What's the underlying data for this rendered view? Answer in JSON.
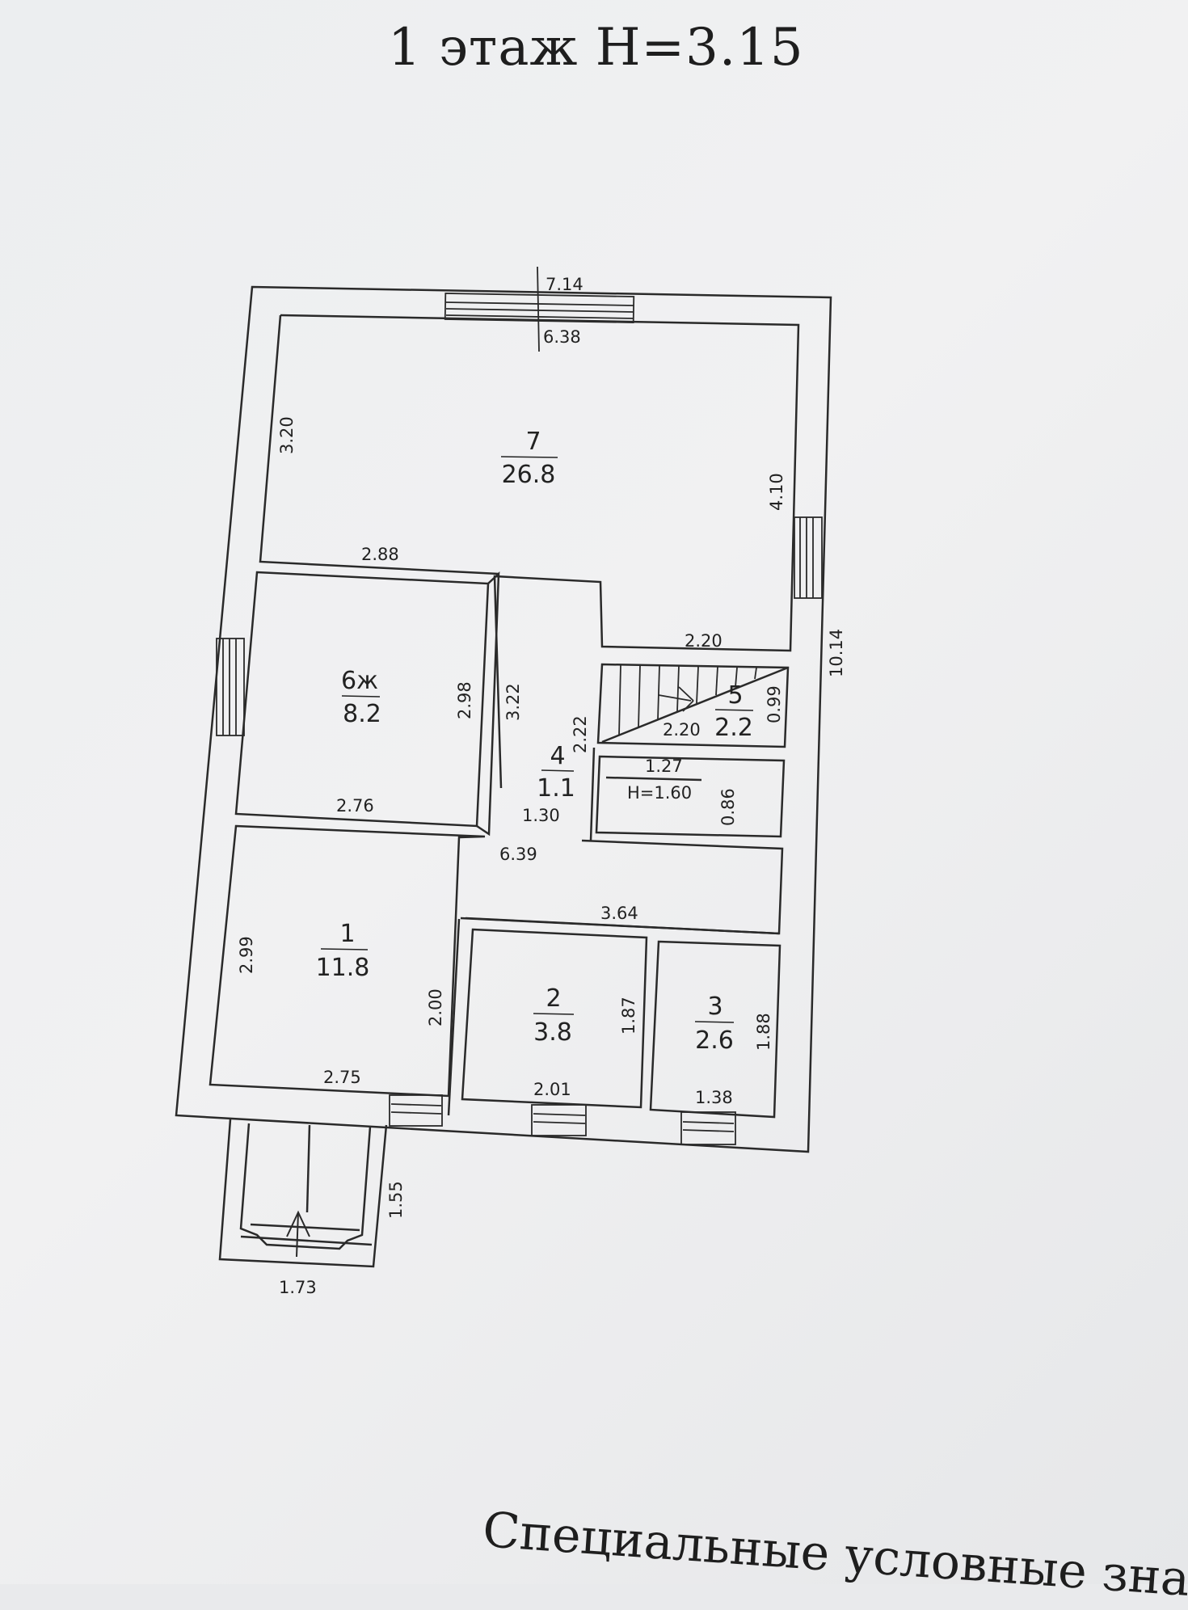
{
  "title": "1 этаж H=3.15",
  "footer": "Специальные условные знач",
  "rooms": [
    {
      "number": "7",
      "area": "26.8"
    },
    {
      "number": "6ж",
      "area": "8.2"
    },
    {
      "number": "5",
      "area": "2.2"
    },
    {
      "number": "4",
      "area": "1.1"
    },
    {
      "number": "1",
      "area": "11.8"
    },
    {
      "number": "2",
      "area": "3.8"
    },
    {
      "number": "3",
      "area": "2.6"
    }
  ],
  "dimensions": {
    "outer_top": "7.14",
    "inner_top": "6.38",
    "room7_left": "3.20",
    "room7_right": "4.10",
    "overall_right": "10.14",
    "room6_top": "2.88",
    "room6_right_inner": "2.98",
    "room6_right_outer": "3.22",
    "room6_bottom": "2.76",
    "stair_top": "2.20",
    "stair_inner": "2.20",
    "stair_height": "0.99",
    "room4_left": "2.22",
    "closet_width": "1.27",
    "closet_height_label": "H=1.60",
    "closet_depth": "0.86",
    "opening": "1.30",
    "corridor": "6.39",
    "room1_left": "2.99",
    "room1_right": "2.00",
    "room1_bottom": "2.75",
    "hall_top": "3.64",
    "room2_right": "1.87",
    "room2_bottom": "2.01",
    "room3_right": "1.88",
    "room3_bottom": "1.38",
    "porch_side": "1.55",
    "porch_bottom": "1.73"
  }
}
